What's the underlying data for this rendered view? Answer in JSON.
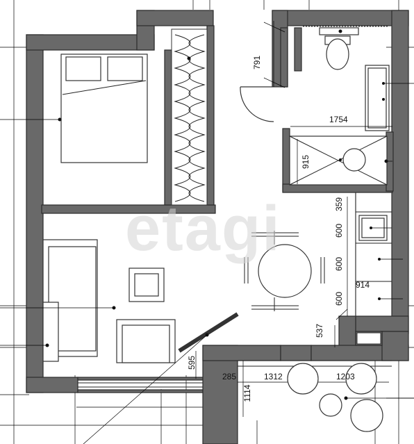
{
  "watermark": "etagi",
  "dimensions": {
    "d_791": "791",
    "d_1754": "1754",
    "d_915": "915",
    "d_359": "359",
    "d_600_a": "600",
    "d_600_b": "600",
    "d_600_c": "600",
    "d_914": "914",
    "d_537": "537",
    "d_595": "595",
    "d_285": "285",
    "d_1312": "1312",
    "d_1203": "1203",
    "d_1114": "1114"
  },
  "colors": {
    "wall": "#696969",
    "line": "#222222",
    "watermark": "#d4d4d4"
  }
}
